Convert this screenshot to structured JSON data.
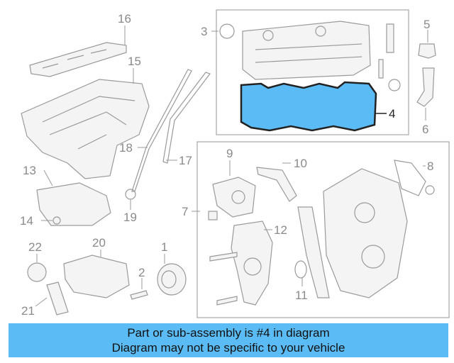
{
  "diagram": {
    "callouts": [
      "16",
      "15",
      "3",
      "5",
      "6",
      "4",
      "18",
      "17",
      "13",
      "9",
      "10",
      "8",
      "7",
      "14",
      "19",
      "12",
      "22",
      "20",
      "1",
      "2",
      "11",
      "21"
    ],
    "highlight_part": "4",
    "highlight_color": "#5bbcf5",
    "line_color": "#9a9a9a"
  },
  "banner": {
    "line1": "Part or sub-assembly is #4 in diagram",
    "line2": "Diagram may not be specific to your vehicle",
    "color": "#5bbcf5"
  }
}
